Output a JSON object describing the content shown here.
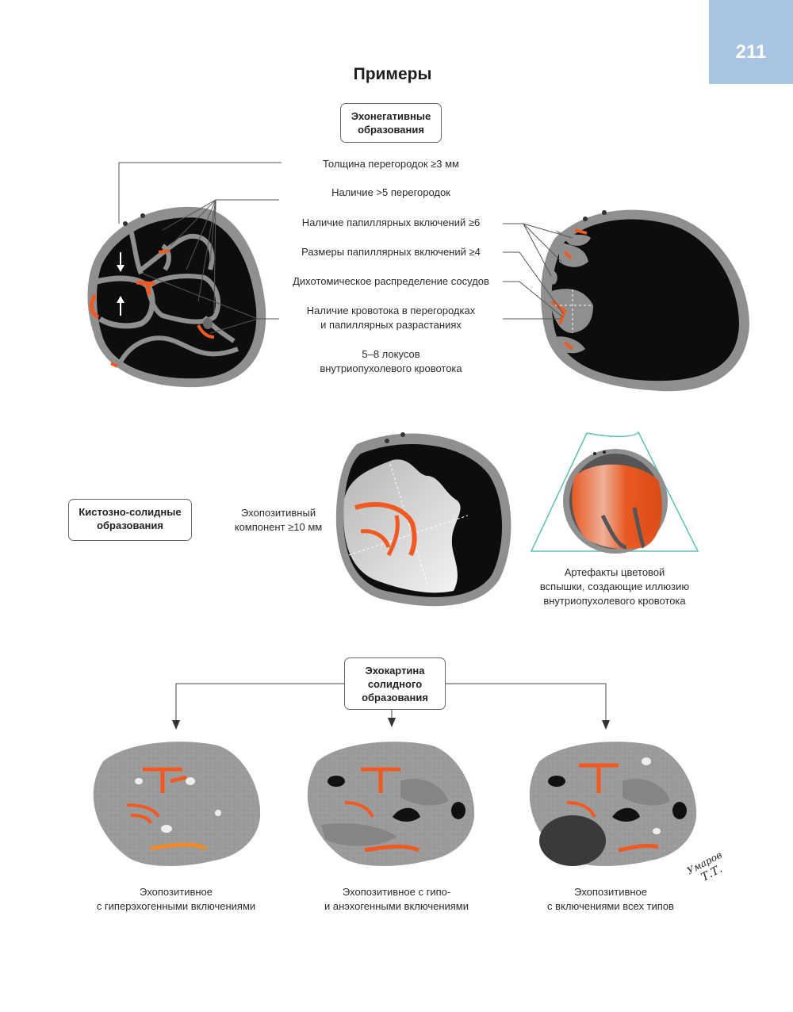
{
  "page_number": "211",
  "title": "Примеры",
  "section1": {
    "box_line1": "Эхонегативные",
    "box_line2": "образования",
    "labels": [
      {
        "line1": "Толщина перегородок ≥3 мм",
        "line2": ""
      },
      {
        "line1": "Наличие >5 перегородок",
        "line2": ""
      },
      {
        "line1": "Наличие папиллярных включений ≥6",
        "line2": ""
      },
      {
        "line1": "Размеры папиллярных включений ≥4",
        "line2": ""
      },
      {
        "line1": "Дихотомическое распределение сосудов",
        "line2": ""
      },
      {
        "line1": "Наличие кровотока в перегородках",
        "line2": "и папиллярных разрастаниях"
      },
      {
        "line1": "5–8 локусов",
        "line2": "внутриопухолевого кровотока"
      }
    ]
  },
  "section2": {
    "box_line1": "Кистозно-солидные",
    "box_line2": "образования",
    "label_line1": "Эхопозитивный",
    "label_line2": "компонент ≥10 мм",
    "artifact_line1": "Артефакты цветовой",
    "artifact_line2": "вспышки, создающие иллюзию",
    "artifact_line3": "внутриопухолевого кровотока"
  },
  "section3": {
    "box_line1": "Эхокартина",
    "box_line2": "солидного",
    "box_line3": "образования",
    "captions": [
      {
        "line1": "Эхопозитивное",
        "line2": "с гиперэхогенными включениями"
      },
      {
        "line1": "Эхопозитивное с гипо-",
        "line2": "и анэхогенными включениями"
      },
      {
        "line1": "Эхопозитивное",
        "line2": "с включениями всех типов"
      }
    ]
  },
  "signature_line1": "Умаров",
  "signature_line2": "Т.Т.",
  "colors": {
    "tab": "#a9c3e3",
    "vessel": "#f05a22",
    "wall": "#8f8f8f",
    "fluid": "#0d0d0d",
    "solid": "#9a9a9a",
    "cone": "#5cc0b0"
  }
}
